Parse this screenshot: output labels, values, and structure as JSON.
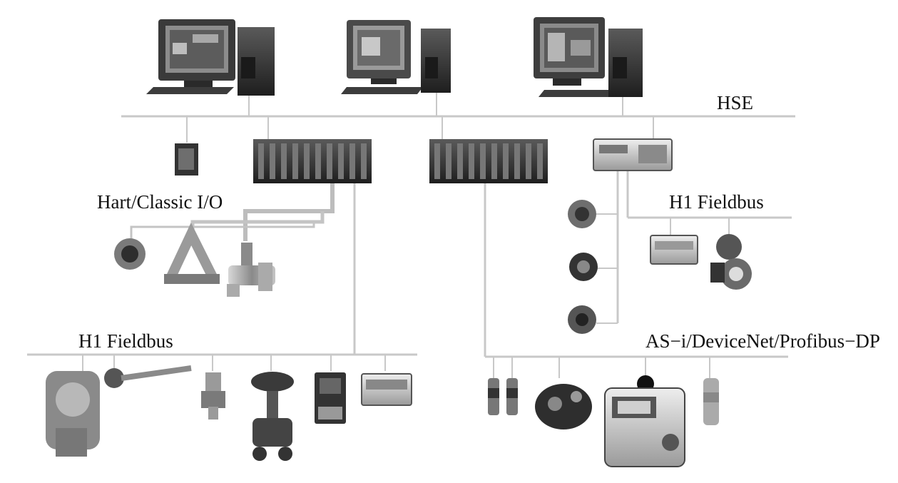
{
  "labels": {
    "hse": "HSE",
    "hart_classic_io": "Hart/Classic I/O",
    "h1_fieldbus_right": "H1 Fieldbus",
    "h1_fieldbus_left": "H1 Fieldbus",
    "asi_devicenet_profibus": "AS−i/DeviceNet/Profibus−DP"
  },
  "colors": {
    "bus_line": "#c8c8c8",
    "device_dark": "#2e2e2e",
    "device_mid": "#6b6b6b",
    "device_light": "#cfcfcf",
    "text": "#111111"
  }
}
